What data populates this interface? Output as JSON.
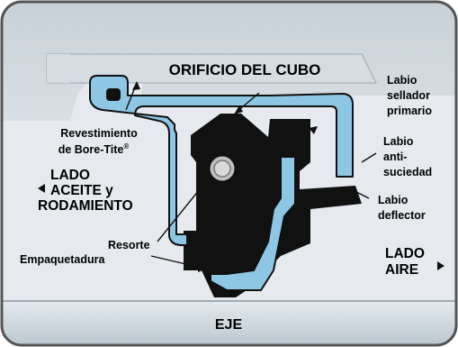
{
  "colors": {
    "background": "#e6eaee",
    "hub": "#d0d8de",
    "shaft_top": "#e4eaef",
    "shaft_bottom": "#b9c6cf",
    "casing_blue": "#8ec7e3",
    "seal_black": "#111111",
    "frame_border": "#555555"
  },
  "labels": {
    "hub_bore": "ORIFICIO DEL CUBO",
    "shaft": "EJE",
    "bore_tite_1": "Revestimiento",
    "bore_tite_2": "de Bore-Tite",
    "registered": "®",
    "oil_side_1": "LADO",
    "oil_side_2": "ACEITE y",
    "oil_side_3": "RODAMIENTO",
    "spring": "Resorte",
    "gasket": "Empaquetadura",
    "primary_lip_1": "Labio",
    "primary_lip_2": "sellador",
    "primary_lip_3": "primario",
    "antidust_lip_1": "Labio",
    "antidust_lip_2": "anti-",
    "antidust_lip_3": "suciedad",
    "deflector_lip_1": "Labio",
    "deflector_lip_2": "deflector",
    "air_side_1": "LADO",
    "air_side_2": "AIRE"
  },
  "icons": {
    "oil_side_arrow": "triangle-left",
    "air_side_arrow": "triangle-right"
  }
}
